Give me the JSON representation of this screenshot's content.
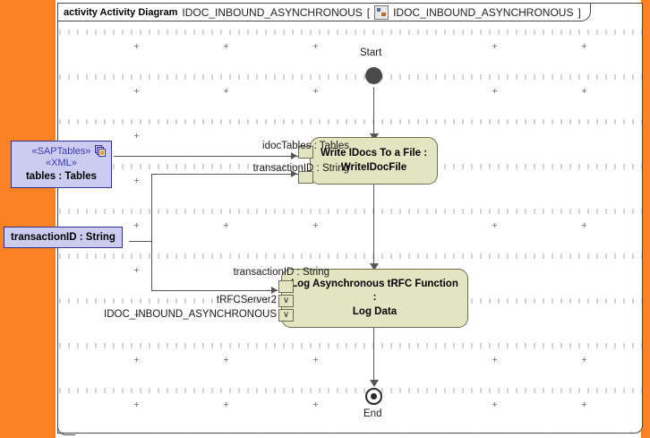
{
  "frame": {
    "kind_label": "activity Activity Diagram",
    "diagram_name": "IDOC_INBOUND_ASYNCHRONOUS",
    "bracket_open": "[",
    "bracket_close": "]",
    "qualified_name": "IDOC_INBOUND_ASYNCHRONOUS",
    "icon": "activity-diagram-icon"
  },
  "nodes": {
    "start": {
      "label": "Start"
    },
    "end": {
      "label": "End"
    },
    "write_idocs": {
      "line1": "Write IDocs To a File :",
      "line2": "WriteIDocFile"
    },
    "log_trfc": {
      "line1": "Log Asynchronous tRFC Function :",
      "line2": "Log Data"
    },
    "sap_tables": {
      "stereotype1": "«SAPTables»",
      "stereotype2": "«XML»",
      "name": "tables : Tables",
      "icon": "collection-icon"
    },
    "transaction_id": {
      "name": "transactionID : String"
    }
  },
  "edge_labels": {
    "idoc_tables": "idocTables : Tables",
    "transaction_id_top": "transactionID : String",
    "transaction_id_bottom": "transactionID : String"
  },
  "pin_labels": {
    "trfc_server2": "tRFCServer2",
    "idoc_inbound_async": "IDOC_INBOUND_ASYNCHRONOUS"
  },
  "pin_glyphs": {
    "stream": "∨"
  },
  "colors": {
    "selection_bar": "#fb8224",
    "activity_fill": "#e3e4c0",
    "activity_stroke": "#6e6e52",
    "datanode_fill": "#ccccf0",
    "datanode_stroke": "#33338f",
    "stereotype_text": "#3b3bbb",
    "edge_stroke": "#555555",
    "frame_stroke": "#4a4a4a",
    "grid_dot": "#9a9a9a"
  }
}
